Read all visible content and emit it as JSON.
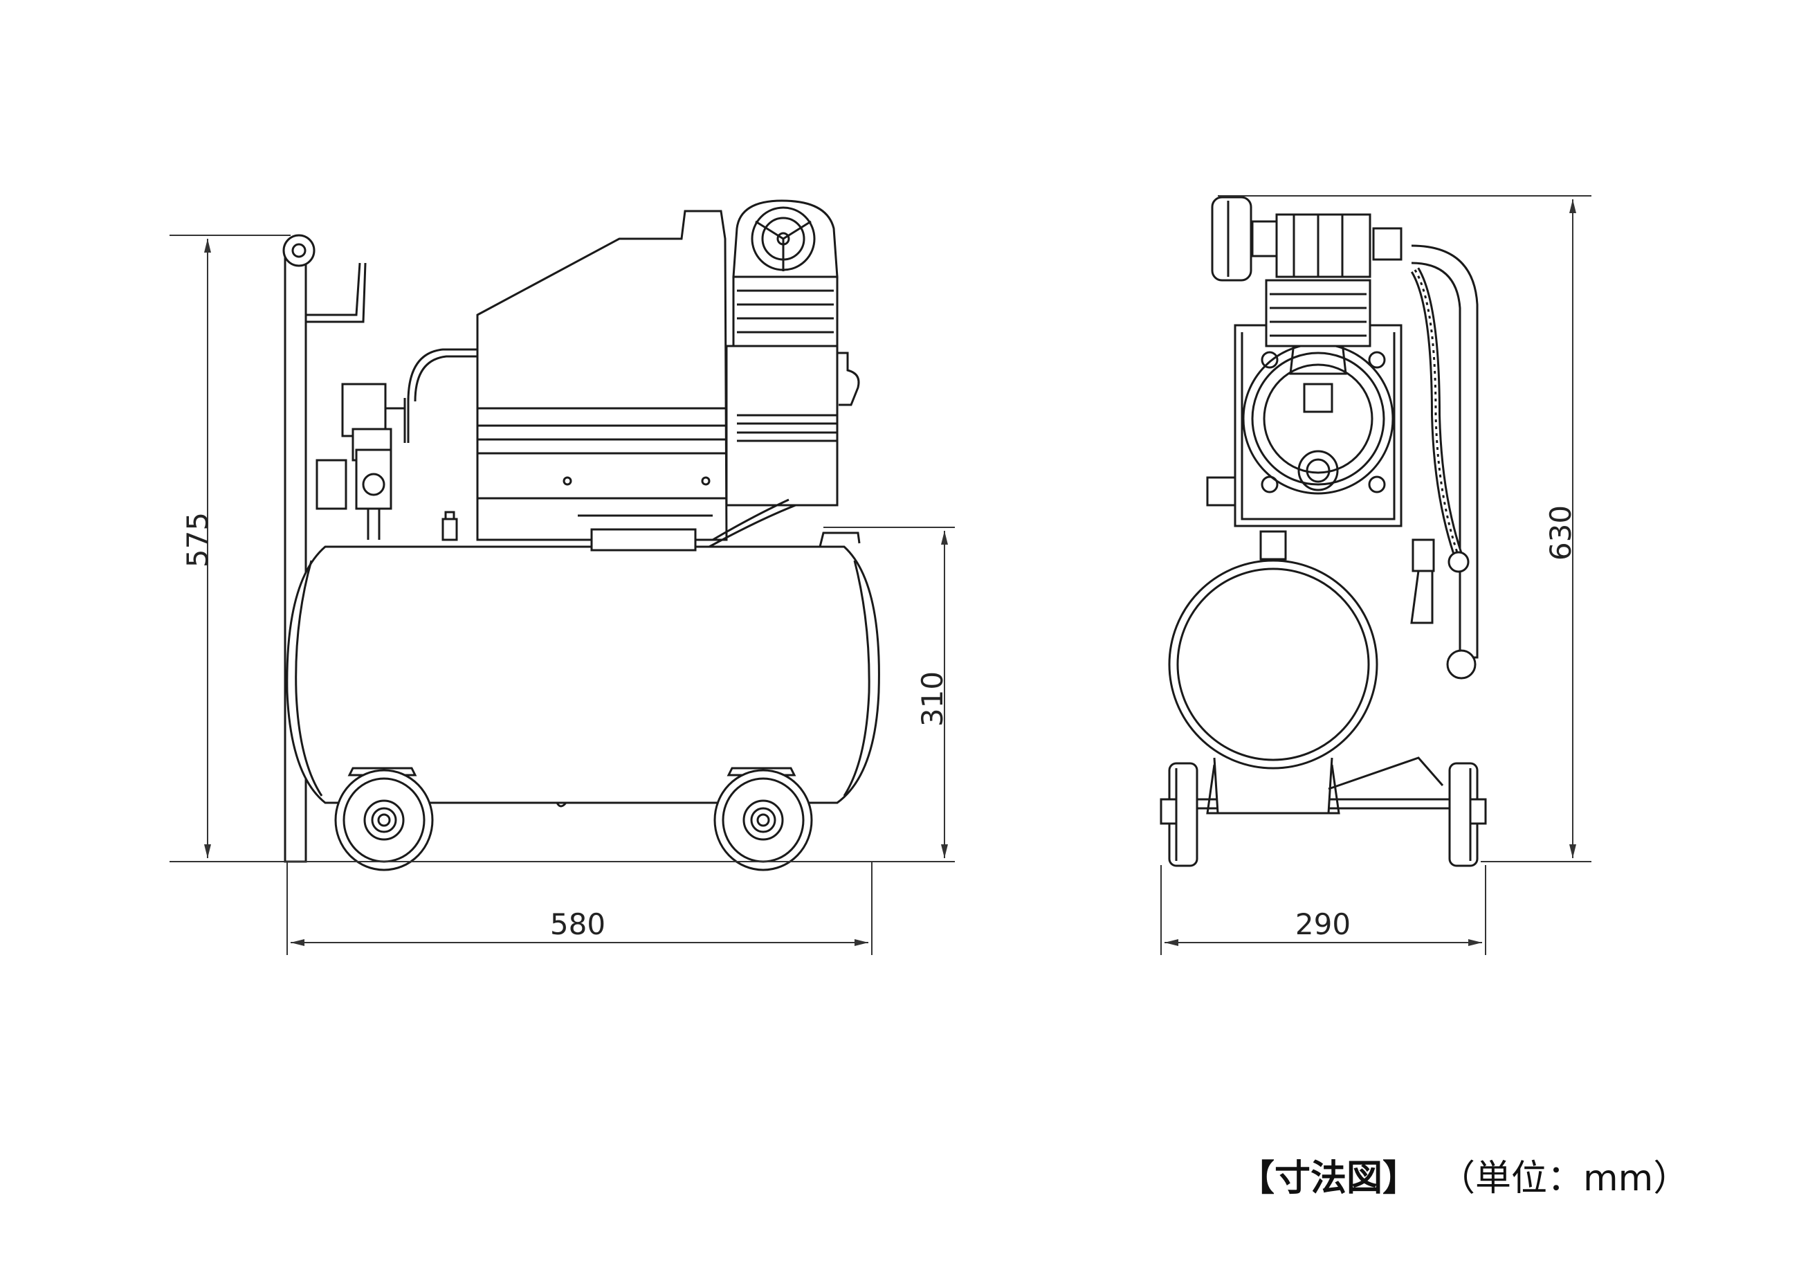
{
  "dimensions": {
    "side_height": "575",
    "tank_height": "310",
    "side_width": "580",
    "front_height": "630",
    "front_width": "290"
  },
  "caption": {
    "title": "【寸法図】",
    "unit": "（単位：mm）"
  },
  "colors": {
    "line": "#1a1a1a",
    "dimension": "#333333",
    "background": "#ffffff"
  }
}
